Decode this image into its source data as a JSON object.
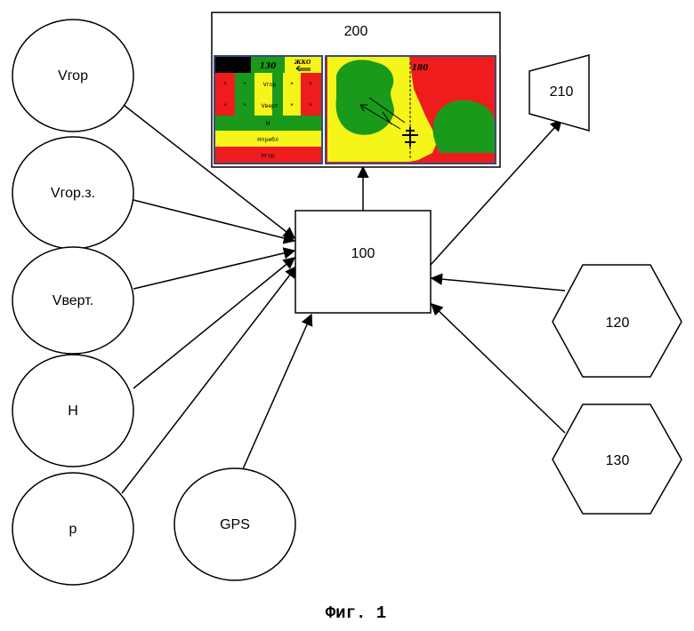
{
  "diagram": {
    "display_block": {
      "label": "200",
      "panel": {
        "top_value": "130",
        "top_right": "ЖКО",
        "rows": [
          "Vгор",
          "Vверт",
          "Н",
          "Нприбл",
          "Нгор"
        ],
        "marks": [
          "*",
          "*",
          "*",
          "*",
          "*",
          "*",
          "*",
          "*"
        ]
      },
      "map": {
        "marker": "180"
      }
    },
    "processor_block": {
      "label": "100"
    },
    "output_block": {
      "label": "210"
    },
    "sensors_left": [
      {
        "label": "Vгор"
      },
      {
        "label": "Vгор.з."
      },
      {
        "label": "Vверт."
      },
      {
        "label": "Н"
      },
      {
        "label": "р"
      }
    ],
    "sensor_bottom": {
      "label": "GPS"
    },
    "sensors_right": [
      {
        "label": "120"
      },
      {
        "label": "130"
      }
    ],
    "caption": "Фиг. 1",
    "colors": {
      "green": "#1a9a1a",
      "yellow": "#f5f51a",
      "red": "#ee1c1c",
      "black": "#000000",
      "panel_border": "#3a4a7a"
    }
  }
}
